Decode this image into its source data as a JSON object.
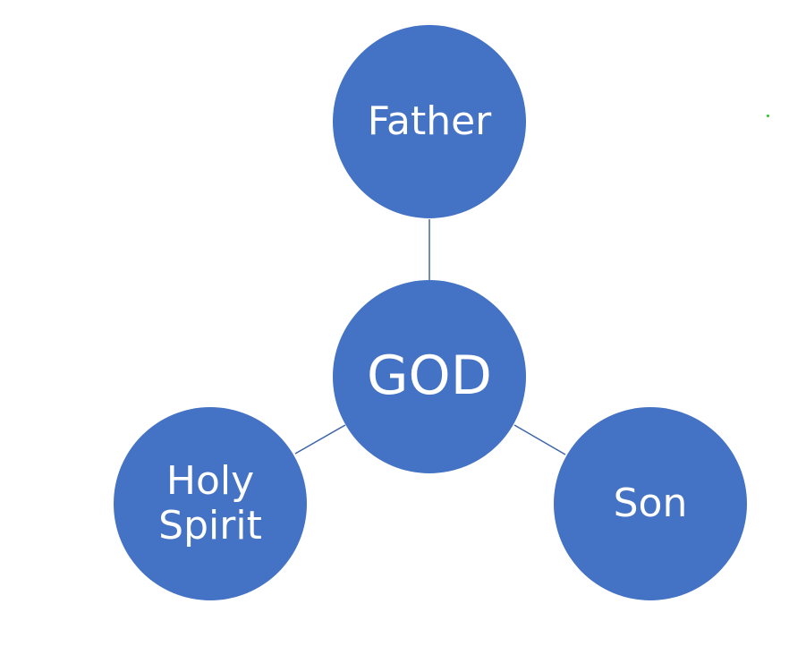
{
  "diagram": {
    "type": "hub-and-spoke",
    "colors": {
      "node_fill": "#4472c4",
      "node_text": "#ffffff",
      "connector": "#3e66a8",
      "marker": "#22cc22"
    },
    "center": {
      "label": "GOD"
    },
    "nodes": [
      {
        "id": "father",
        "label": "Father"
      },
      {
        "id": "holy-spirit",
        "label": "Holy Spirit",
        "lines": [
          "Holy",
          "Spirit"
        ]
      },
      {
        "id": "son",
        "label": "Son"
      }
    ],
    "edges": [
      {
        "from": "GOD",
        "to": "Father"
      },
      {
        "from": "GOD",
        "to": "Holy Spirit"
      },
      {
        "from": "GOD",
        "to": "Son"
      }
    ]
  }
}
